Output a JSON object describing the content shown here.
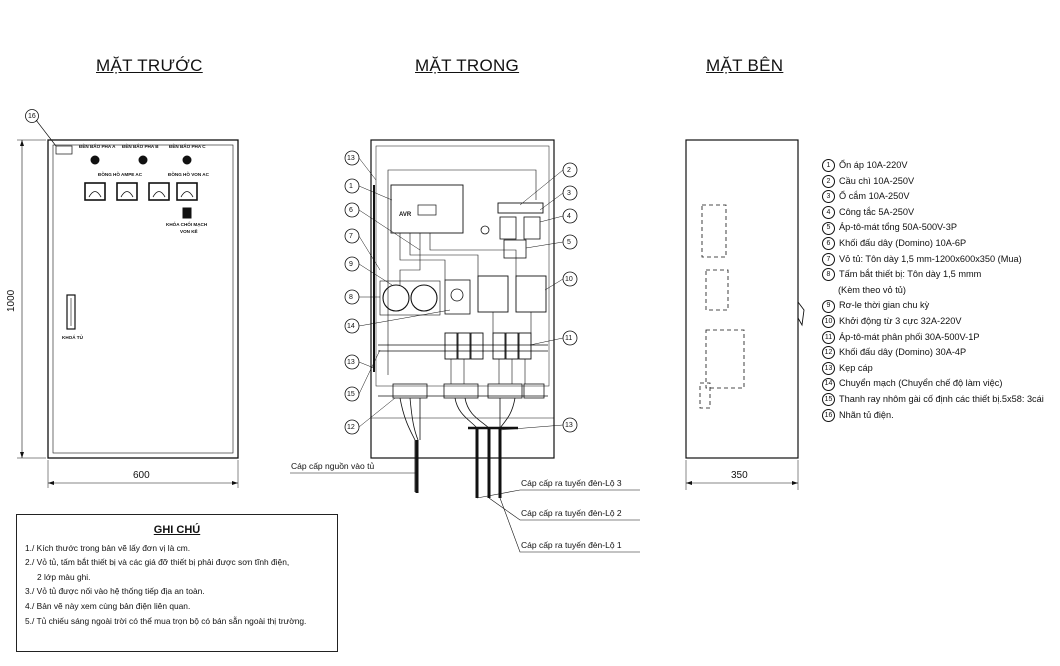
{
  "views": {
    "front": "MẶT TRƯỚC",
    "inside": "MẶT TRONG",
    "side": "MẶT BÊN"
  },
  "dimensions": {
    "height": "1000",
    "width_front": "600",
    "width_side": "350"
  },
  "front_panel": {
    "lamp_a": "ĐÈN BÁO PHA A",
    "lamp_b": "ĐÈN BÁO PHA B",
    "lamp_c": "ĐÈN BÁO PHA C",
    "ammeter": "ĐỒNG HỒ AMPE AC",
    "voltmeter": "ĐỒNG HỒ VON AC",
    "switch": "KHÓA CHỐI MẠCH",
    "switch_line2": "VON KẾ",
    "lock": "KHOÁ TỦ",
    "nameplate_num": "16"
  },
  "inside_panel": {
    "avr_label": "AVR",
    "callouts_left": [
      "13",
      "1",
      "6",
      "7",
      "9",
      "8",
      "14",
      "13",
      "15",
      "12"
    ],
    "callouts_right": [
      "2",
      "3",
      "4",
      "5",
      "10",
      "11",
      "13"
    ]
  },
  "cables": {
    "supply": "Cáp cấp nguồn vào tủ",
    "out3": "Cáp cấp ra tuyến đèn-Lộ 3",
    "out2": "Cáp cấp ra tuyến đèn-Lộ 2",
    "out1": "Cáp cấp ra tuyến đèn-Lộ 1"
  },
  "legend": [
    {
      "num": "1",
      "text": "Ổn áp 10A-220V"
    },
    {
      "num": "2",
      "text": "Cầu chì 10A-250V"
    },
    {
      "num": "3",
      "text": "Ổ cắm 10A-250V"
    },
    {
      "num": "4",
      "text": "Công tắc 5A-250V"
    },
    {
      "num": "5",
      "text": "Áp-tô-mát tổng 50A-500V-3P"
    },
    {
      "num": "6",
      "text": "Khối đấu dây (Domino) 10A-6P"
    },
    {
      "num": "7",
      "text": "Vỏ tủ: Tôn dày 1,5 mm-1200x600x350 (Mua)"
    },
    {
      "num": "8",
      "text": "Tấm bắt thiết bị: Tôn dày 1,5 mmm"
    },
    {
      "num": "",
      "text": "(Kèm theo vỏ tủ)"
    },
    {
      "num": "9",
      "text": "Rơ-le thời gian chu kỳ"
    },
    {
      "num": "10",
      "text": "Khởi động từ 3 cực 32A-220V"
    },
    {
      "num": "11",
      "text": "Áp-tô-mát phân phối 30A-500V-1P"
    },
    {
      "num": "12",
      "text": "Khối đấu dây (Domino) 30A-4P"
    },
    {
      "num": "13",
      "text": "Kẹp cáp"
    },
    {
      "num": "14",
      "text": "Chuyển mạch (Chuyển chế độ làm việc)"
    },
    {
      "num": "15",
      "text": "Thanh ray nhôm gài cố định các thiết bị.5x58: 3cái"
    },
    {
      "num": "16",
      "text": "Nhãn tủ điện."
    }
  ],
  "notes": {
    "title": "GHI CHÚ",
    "items": [
      "1./ Kích thước trong bản vẽ lấy đơn vị là cm.",
      "2./ Vỏ tủ, tấm bắt thiết bị và các giá đỡ thiết bị phải được sơn tĩnh điện,",
      "2 lớp màu ghi.",
      "3./ Vỏ tủ được nối vào hệ thống tiếp địa an toàn.",
      "4./ Bản vẽ này xem cùng bản điện liên quan.",
      "5./ Tủ chiếu sáng ngoài trời có thể mua trọn bộ có bán sẵn ngoài thị trường."
    ]
  }
}
